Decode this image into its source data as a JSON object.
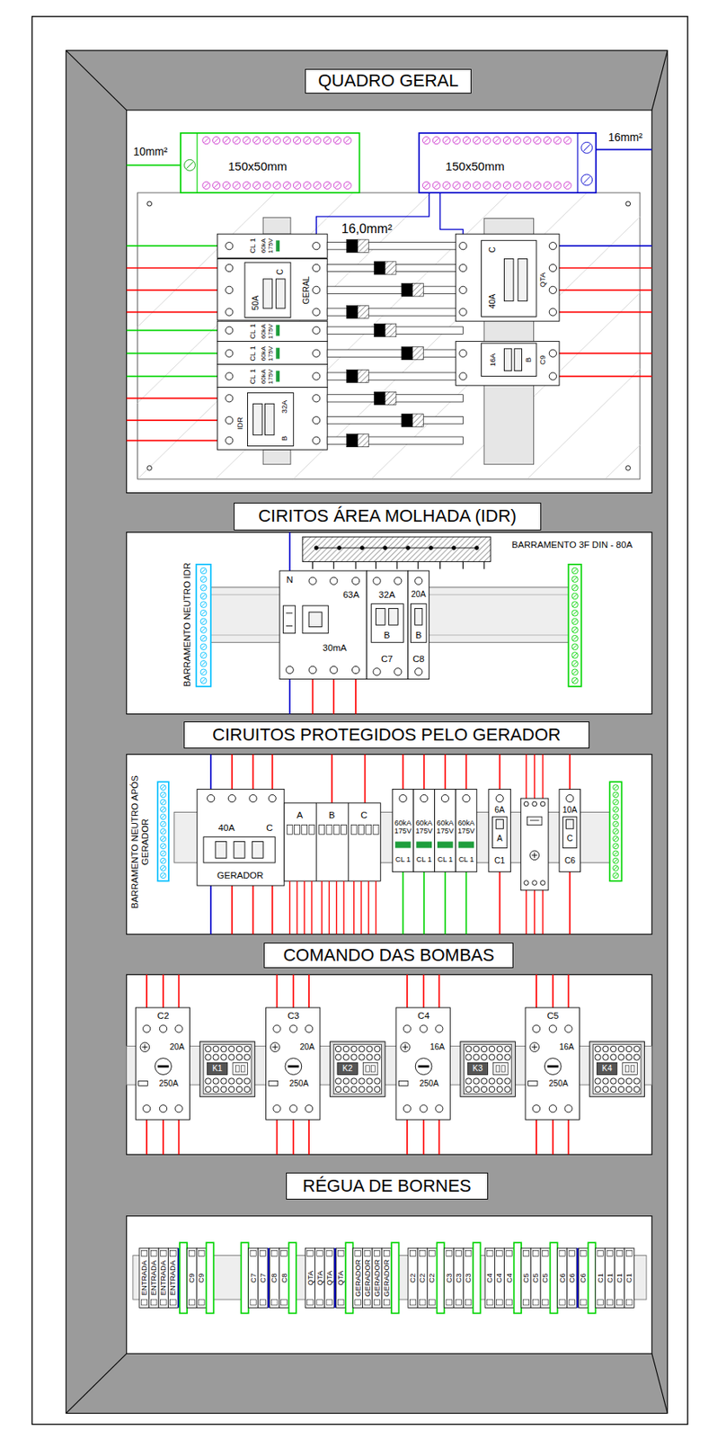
{
  "diagram": {
    "nodes": [
      {
        "text": [
          "QUADRO GERAL"
        ]
      },
      {
        "text": [
          "CIRITOS ÁREA MOLHADA (IDR)"
        ]
      },
      {
        "text": [
          "CIRUITOS PROTEGIDOS PELO GERADOR"
        ]
      },
      {
        "text": [
          "COMANDO DAS BOMBAS"
        ]
      },
      {
        "text": [
          "RÉGUA DE BORNES"
        ]
      }
    ],
    "labels": [
      "10mm²",
      "150x50mm",
      "150x50mm",
      "16mm²",
      "16,0mm²",
      "CL 1",
      "60kA 175V",
      "C",
      "50A",
      "GERAL",
      "CL 1",
      "60kA 175V",
      "CL 1",
      "60kA 175V",
      "CL 1",
      "60kA 175V",
      "IDR",
      "32A",
      "B",
      "C",
      "40A",
      "QTA",
      "16A",
      "B",
      "C9",
      "BARRAMENTO NEUTRO IDR",
      "BARRAMENTO 3F DIN - 80A",
      "N",
      "63A",
      "30mA",
      "32A",
      "B",
      "C7",
      "20A",
      "B",
      "C8",
      "BARRAMENTO NEUTRO APÓS GERADOR",
      "40A",
      "C",
      "GERADOR",
      "A",
      "B",
      "C",
      "60kA 175V",
      "CL 1",
      "60kA 175V",
      "CL 1",
      "60kA 175V",
      "CL 1",
      "60kA 175V",
      "CL 1",
      "6A",
      "A",
      "C1",
      "10A",
      "C",
      "C6",
      "C2",
      "20A",
      "250A",
      "K1",
      "C3",
      "20A",
      "250A",
      "K2",
      "C4",
      "16A",
      "250A",
      "K3",
      "C5",
      "16A",
      "250A",
      "K4",
      "ENTRADA",
      "ENTRADA",
      "ENTRADA",
      "ENTRADA",
      "C9",
      "C9",
      "C7",
      "C7",
      "C8",
      "C8",
      "QTA",
      "QTA",
      "QTA",
      "QTA",
      "GERADOR",
      "GERADOR",
      "GERADOR",
      "GERADOR",
      "C2",
      "C2",
      "C2",
      "C3",
      "C3",
      "C3",
      "C4",
      "C4",
      "C4",
      "C5",
      "C5",
      "C5",
      "C6",
      "C6",
      "C6",
      "C1",
      "C1",
      "C1",
      "C1"
    ]
  }
}
